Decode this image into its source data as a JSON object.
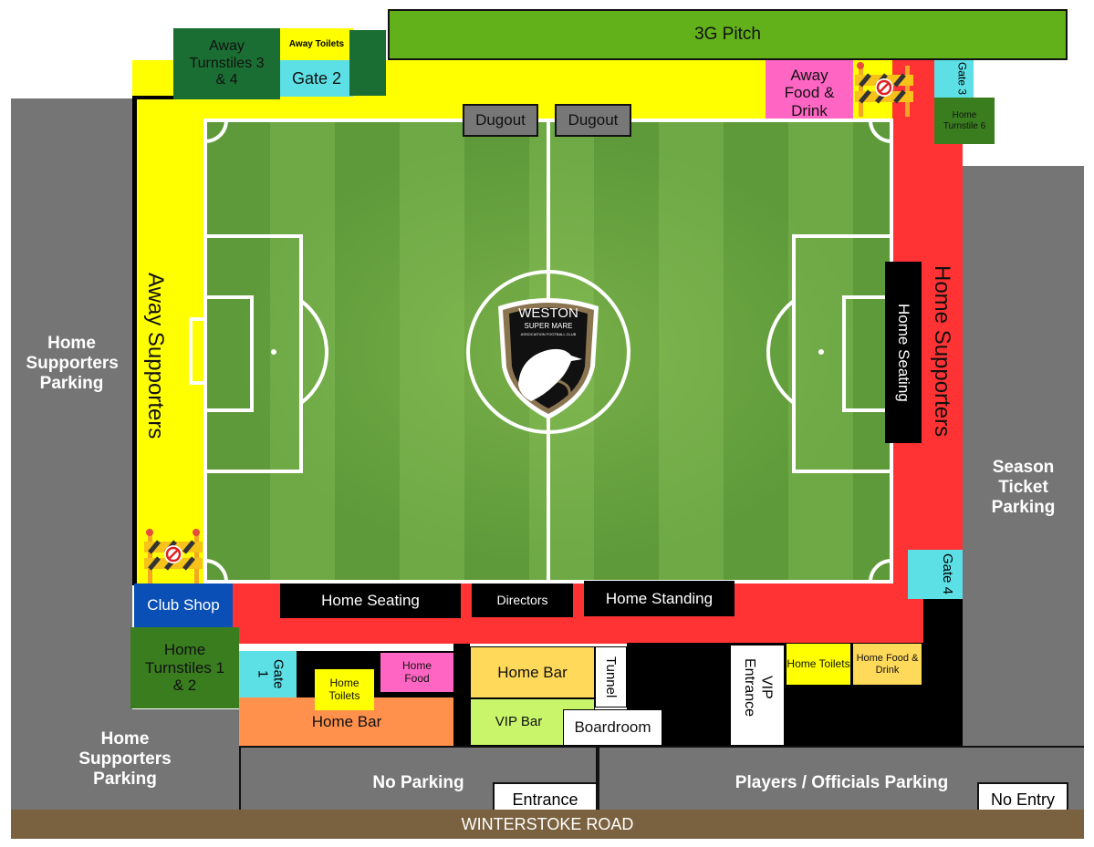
{
  "colors": {
    "away": "#ffff00",
    "home": "#ff3333",
    "pitch": "#6ea946",
    "gate": "#5ce0e6",
    "parking": "#757575",
    "road": "#7a6240"
  },
  "top": {
    "pitch_3g": "3G Pitch",
    "away_turnstiles": "Away Turnstiles 3 & 4",
    "away_toilets": "Away Toilets",
    "gate2": "Gate 2",
    "away_food": "Away Food & Drink",
    "gate3": "Gate 3",
    "home_turnstile6": "Home Turnstile 6",
    "dugout1": "Dugout",
    "dugout2": "Dugout"
  },
  "stands": {
    "away_supporters": "Away Supporters",
    "home_supporters": "Home Supporters",
    "home_seating_right": "Home Seating",
    "home_seating_bottom": "Home Seating",
    "directors": "Directors",
    "home_standing": "Home Standing"
  },
  "crest": {
    "line1": "WESTON",
    "line2": "SUPER MARE",
    "line3": "ASSOCIATION FOOTBALL CLUB"
  },
  "bottom": {
    "club_shop": "Club Shop",
    "home_turnstiles": "Home Turnstiles 1 & 2",
    "gate1": "Gate 1",
    "home_toilets_left": "Home Toilets",
    "home_food": "Home Food",
    "home_bar_left": "Home Bar",
    "home_bar_mid": "Home Bar",
    "vip_bar": "VIP Bar",
    "tunnel": "Tunnel",
    "boardroom": "Boardroom",
    "vip_entrance": "VIP Entrance",
    "home_toilets_right": "Home Toilets",
    "home_food_drink": "Home Food & Drink",
    "gate4": "Gate 4"
  },
  "parking": {
    "left_top": "Home Supporters Parking",
    "left_bottom": "Home Supporters Parking",
    "right": "Season Ticket Parking",
    "no_parking": "No Parking",
    "entrance": "Entrance",
    "players": "Players / Officials Parking",
    "no_entry": "No Entry"
  },
  "road": "WINTERSTOKE ROAD"
}
